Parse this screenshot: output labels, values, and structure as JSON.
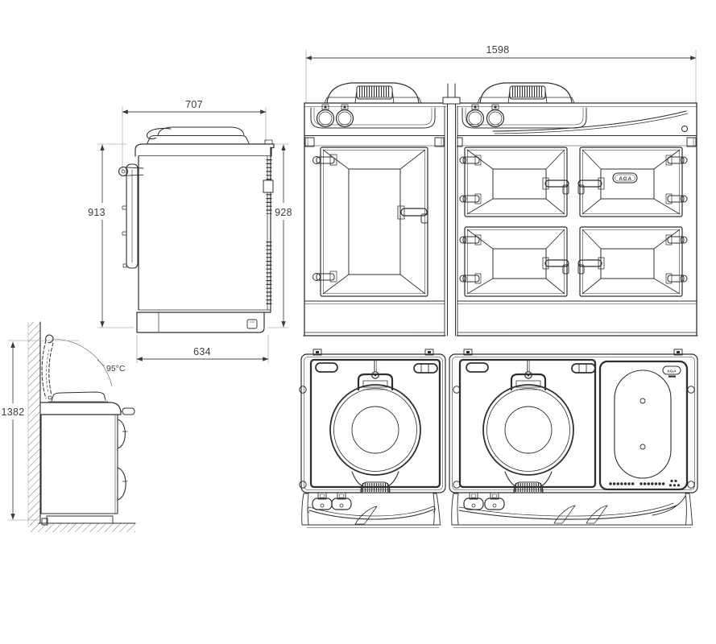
{
  "colors": {
    "line": "#2f2f2f",
    "dimension_text": "#3d3d3d",
    "background": "#ffffff"
  },
  "views": {
    "side": {
      "dim_top": "707",
      "dim_left": "913",
      "dim_right": "928",
      "dim_bottom": "634"
    },
    "lid_open": {
      "dim_height": "1382",
      "temperature": "95°C"
    },
    "front": {
      "dim_width": "1598",
      "badge": "AGA"
    },
    "plan": {
      "badge": "AGA"
    }
  }
}
